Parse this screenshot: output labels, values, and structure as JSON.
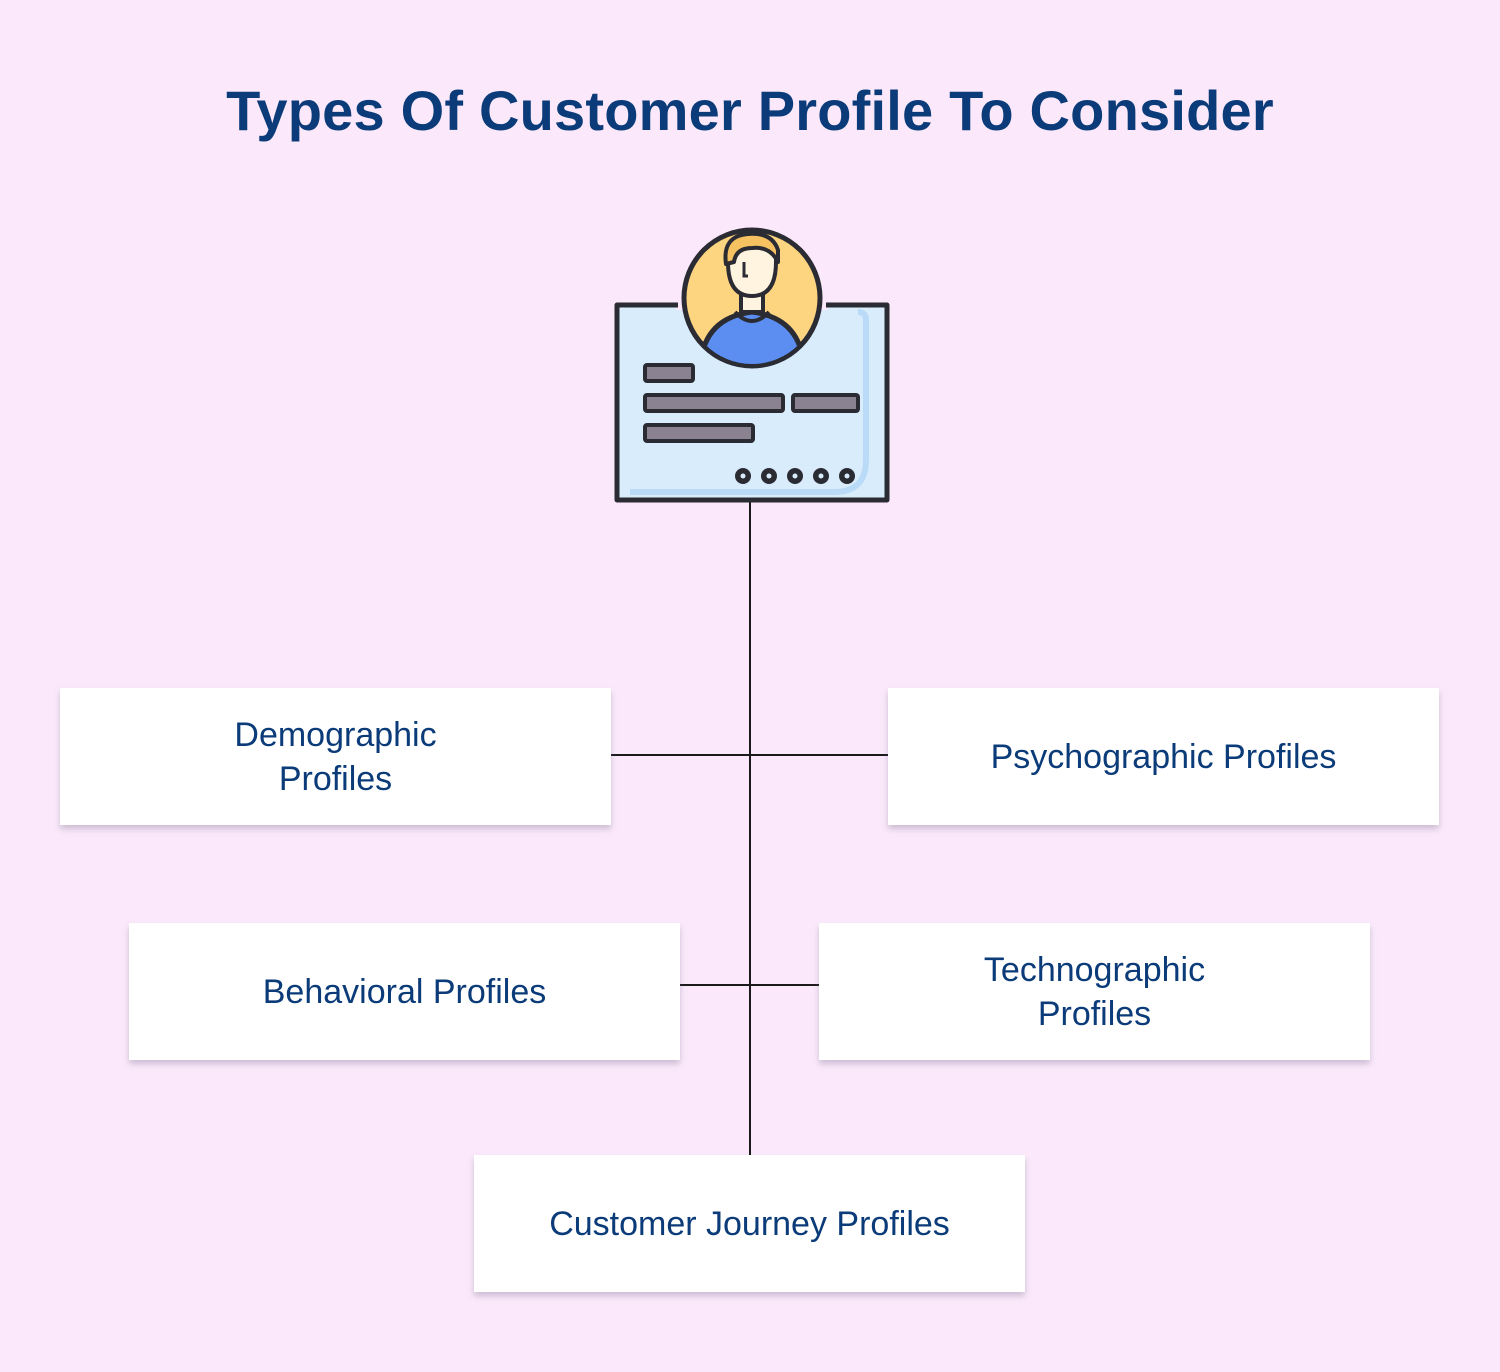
{
  "title": "Types Of Customer Profile To Consider",
  "icon": "customer-profile-card-icon",
  "profiles": {
    "demographic": "Demographic Profiles",
    "psychographic": "Psychographic Profiles",
    "behavioral": "Behavioral Profiles",
    "technographic": "Technographic Profiles",
    "journey": "Customer Journey Profiles"
  },
  "colors": {
    "background": "#fbe9fb",
    "title": "#0b3b78",
    "card": "#ffffff",
    "card_panel": "#d9ecfb",
    "avatar": "#fdd480",
    "shirt": "#5b8ef0",
    "line": "#1a1a1a"
  }
}
